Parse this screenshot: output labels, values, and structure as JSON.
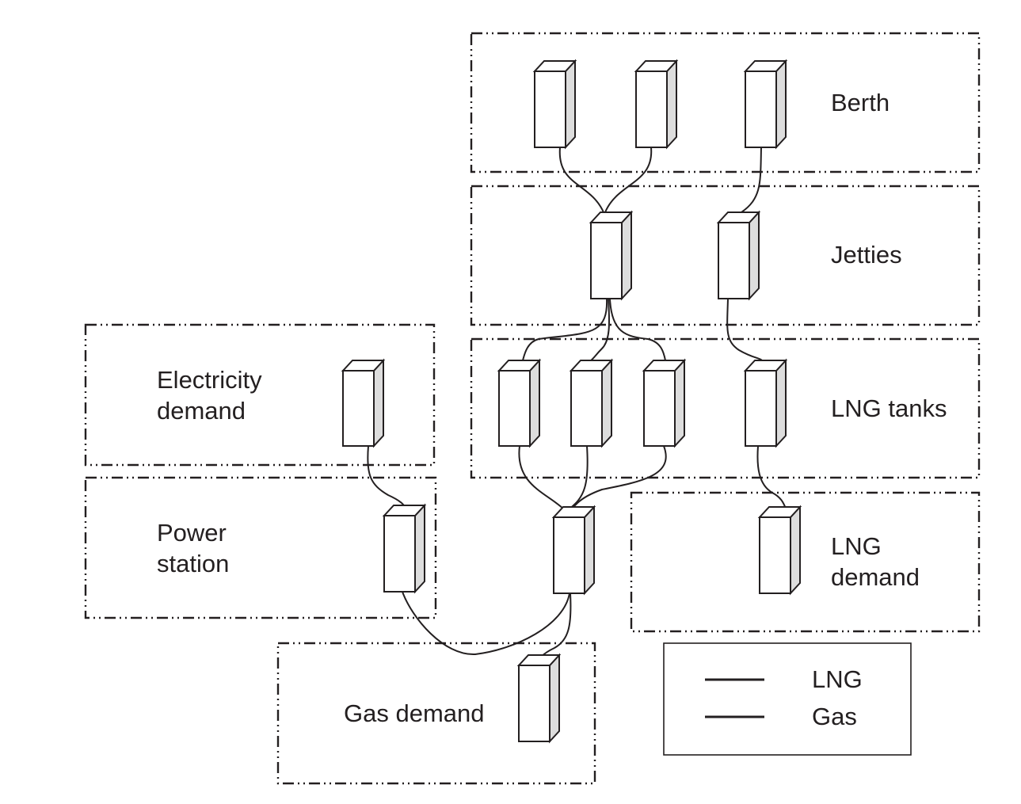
{
  "regions": {
    "berth": "Berth",
    "jetties": "Jetties",
    "lng_tanks": "LNG tanks",
    "electricity_demand": [
      "Electricity",
      "demand"
    ],
    "power_station": [
      "Power",
      "station"
    ],
    "lng_demand": [
      "LNG",
      "demand"
    ],
    "gas_demand": "Gas demand"
  },
  "legend": {
    "lng": "LNG",
    "gas": "Gas"
  },
  "colors": {
    "stroke": "#231f20",
    "box_side": "#dddddd",
    "background": "#ffffff"
  }
}
